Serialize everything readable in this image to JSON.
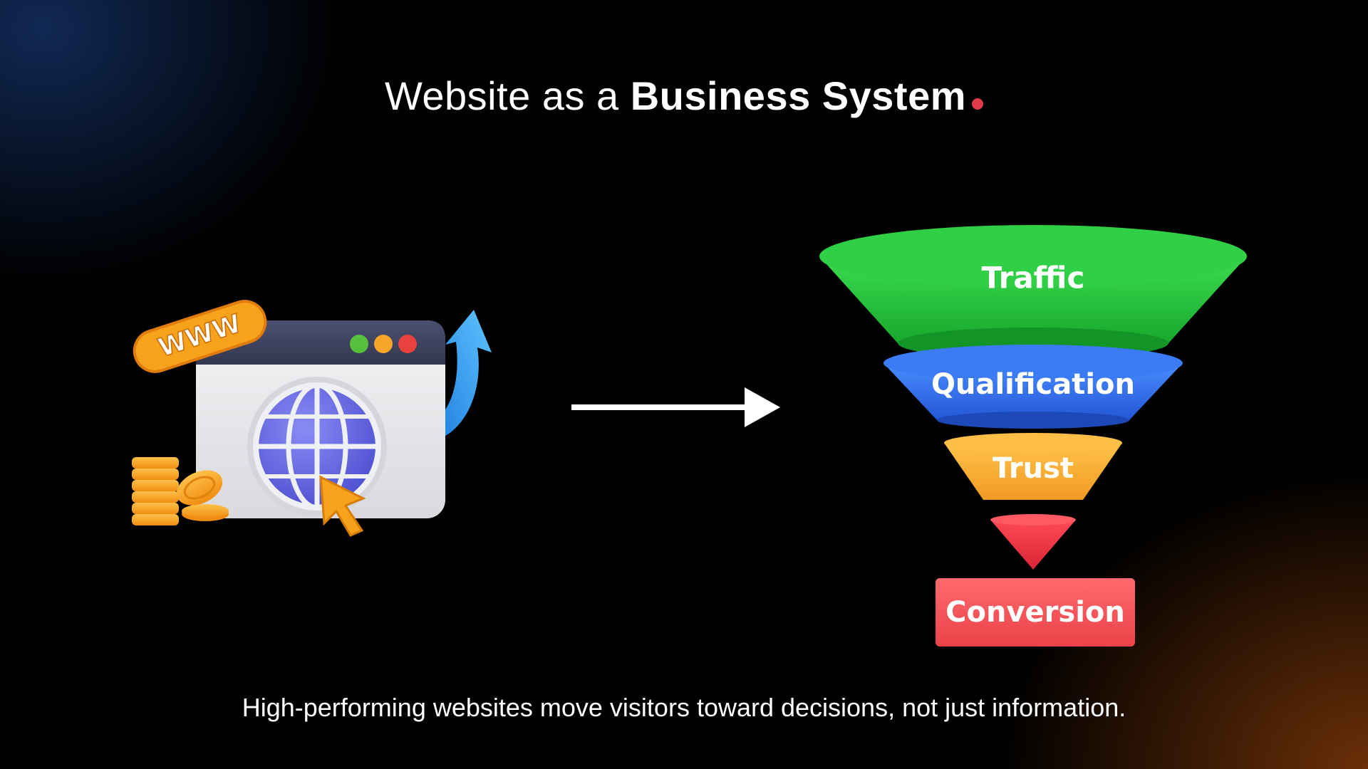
{
  "title": {
    "light_part": "Website as a",
    "bold_part": "Business System",
    "dot_color": "#e23b48"
  },
  "caption": "High-performing websites move visitors toward decisions, not just information.",
  "illustration": {
    "badge_text": "WWW",
    "window_buttons": [
      "#56c13c",
      "#f7a528",
      "#e8423e"
    ],
    "icons": [
      "browser-window-icon",
      "globe-icon",
      "cursor-icon",
      "coin-stack-icon",
      "growth-arrow-icon"
    ]
  },
  "arrow_icon": "right-arrow-icon",
  "funnel": {
    "stages": [
      {
        "label": "Traffic",
        "color": "#25c63e"
      },
      {
        "label": "Qualification",
        "color": "#2f6ff0"
      },
      {
        "label": "Trust",
        "color": "#f8b530"
      },
      {
        "label": "",
        "color": "#ec3a46"
      }
    ],
    "output": {
      "label": "Conversion",
      "color": "#f0545a"
    }
  }
}
